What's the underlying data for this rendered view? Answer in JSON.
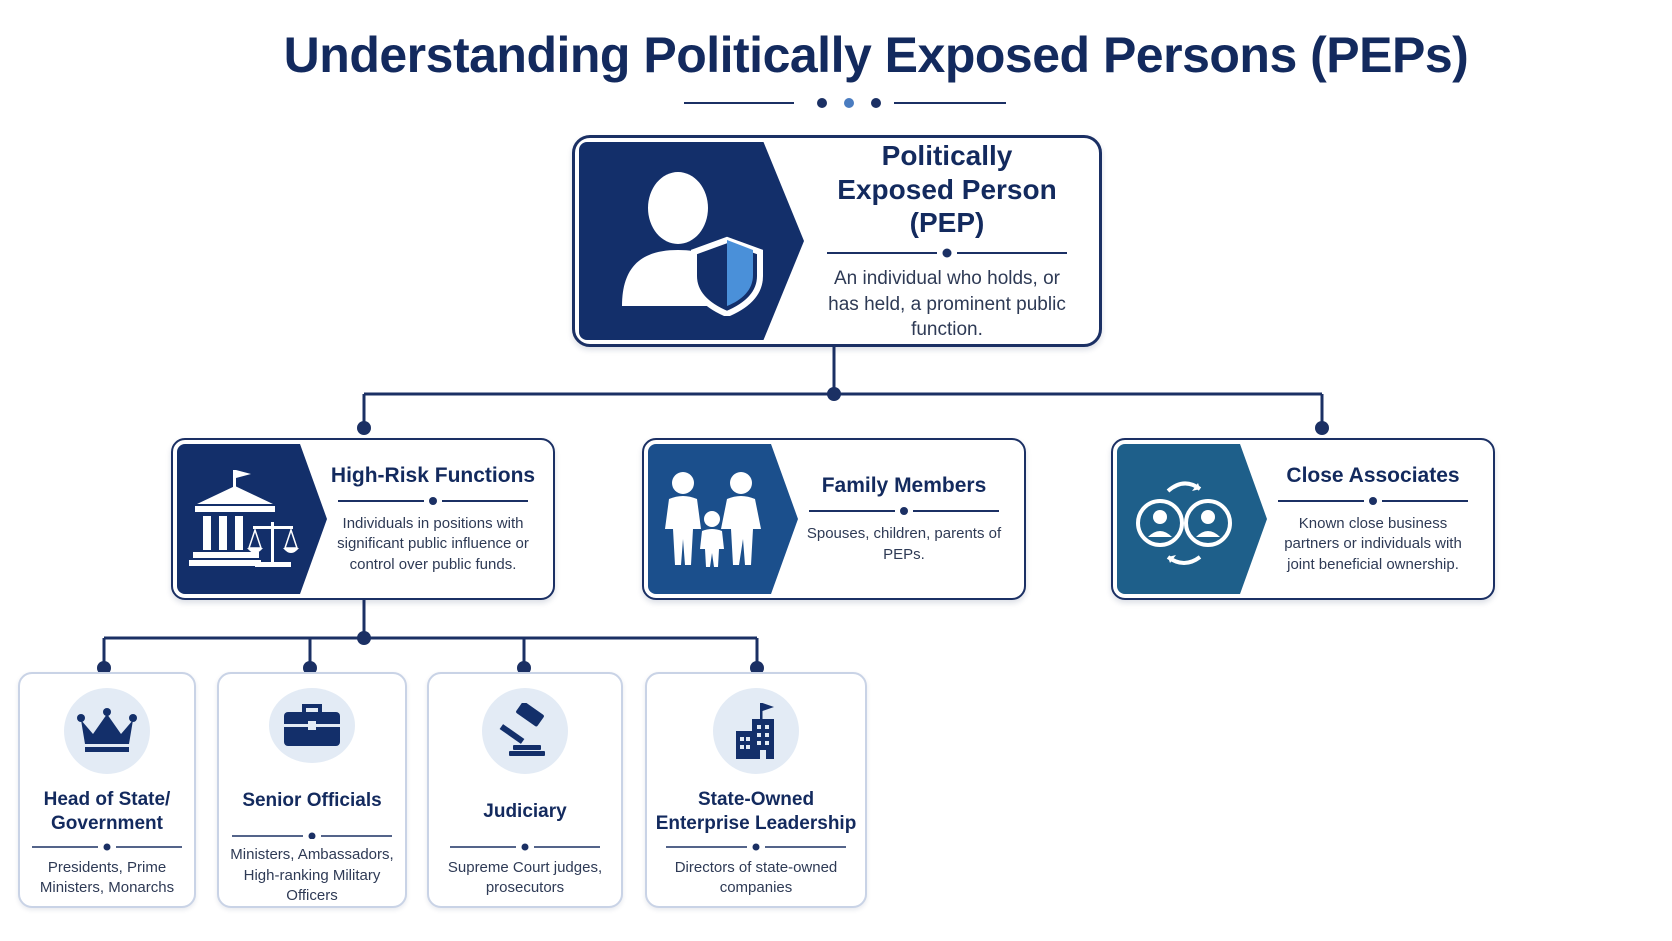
{
  "title": "Understanding Politically Exposed Persons (PEPs)",
  "colors": {
    "navy": "#132f6a",
    "family_blue": "#1b4f8c",
    "associates_teal": "#1e5f8a",
    "shield_light": "#4a90d9",
    "leaf_circle": "#e3ebf5"
  },
  "pep": {
    "icon": "person-shield-icon",
    "heading": "Politically Exposed Person (PEP)",
    "description": "An individual who holds, or has held, a prominent public function."
  },
  "categories": [
    {
      "icon": "courthouse-scales-icon",
      "heading": "High-Risk Functions",
      "description": "Individuals in positions with significant public influence or control over public funds."
    },
    {
      "icon": "family-icon",
      "heading": "Family Members",
      "description": "Spouses, children, parents of PEPs."
    },
    {
      "icon": "associates-cycle-icon",
      "heading": "Close Associates",
      "description": "Known close business partners or individuals with joint beneficial ownership."
    }
  ],
  "functions": [
    {
      "icon": "crown-icon",
      "heading": "Head of State/ Government",
      "description": "Presidents, Prime Ministers, Monarchs"
    },
    {
      "icon": "briefcase-icon",
      "heading": "Senior Officials",
      "description": "Ministers, Ambassadors, High-ranking Military Officers"
    },
    {
      "icon": "gavel-icon",
      "heading": "Judiciary",
      "description": "Supreme Court judges, prosecutors"
    },
    {
      "icon": "building-flag-icon",
      "heading": "State-Owned Enterprise Leadership",
      "description": "Directors of state-owned companies"
    }
  ]
}
